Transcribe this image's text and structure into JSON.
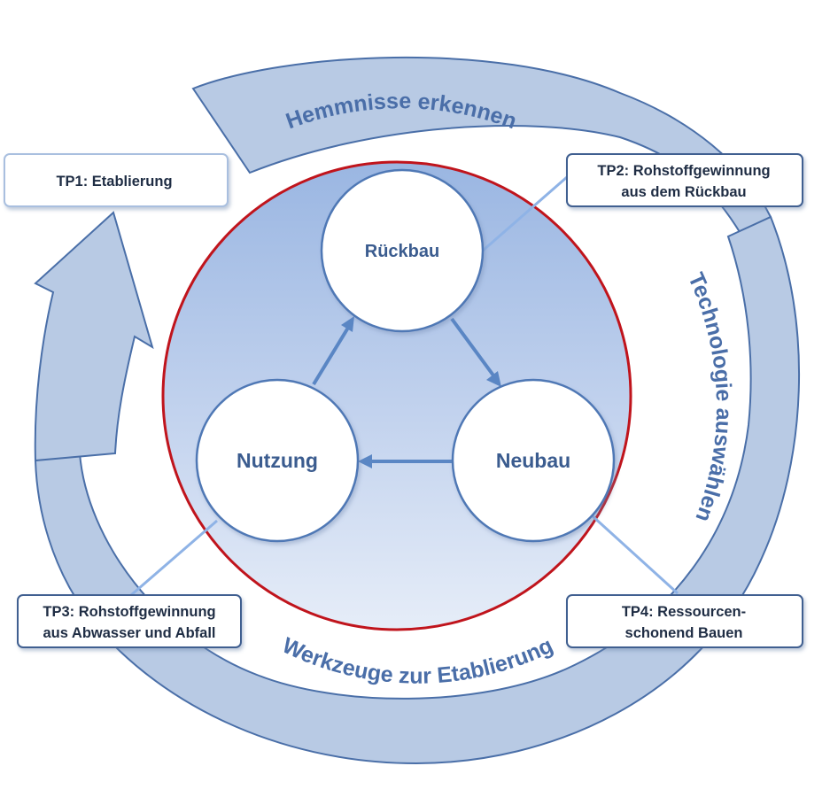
{
  "cycle_ring": {
    "segments": [
      {
        "label": "Hemmnisse erkennen"
      },
      {
        "label": "Technologie auswählen"
      },
      {
        "label": "Werkzeuge zur Etablierung"
      }
    ]
  },
  "center": {
    "nodes": [
      {
        "id": "rueckbau",
        "label": "Rückbau"
      },
      {
        "id": "neubau",
        "label": "Neubau"
      },
      {
        "id": "nutzung",
        "label": "Nutzung"
      }
    ]
  },
  "subprojects": [
    {
      "id": "tp1",
      "lines": [
        "TP1: Etablierung"
      ]
    },
    {
      "id": "tp2",
      "lines": [
        "TP2: Rohstoffgewinnung",
        "aus dem Rückbau"
      ]
    },
    {
      "id": "tp3",
      "lines": [
        "TP3: Rohstoffgewinnung",
        "aus Abwasser und Abfall"
      ]
    },
    {
      "id": "tp4",
      "lines": [
        "TP4: Ressourcen-",
        "schonend Bauen"
      ]
    }
  ],
  "colors": {
    "ring_fill": "#b8cae4",
    "ring_stroke": "#4a6fa8",
    "inner_circle_border": "#c0141c",
    "node_fill": "#ffffff",
    "node_stroke": "#4f78b5",
    "arrow": "#5a86c4",
    "box_stroke": "#3f5f90"
  }
}
